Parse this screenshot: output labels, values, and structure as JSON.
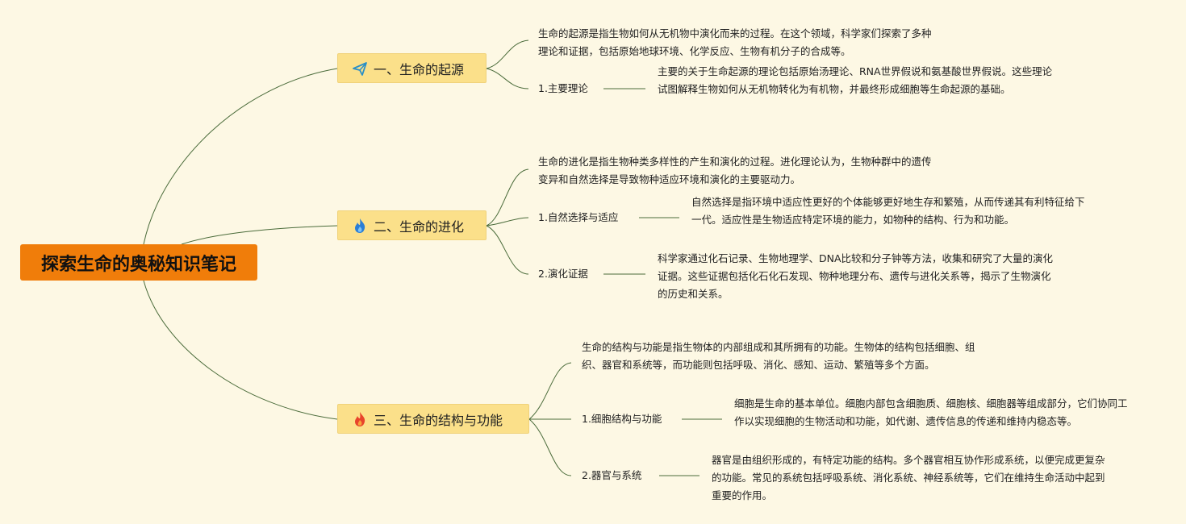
{
  "root": {
    "title": "探索生命的奥秘知识笔记"
  },
  "topics": [
    {
      "label": "一、生命的起源",
      "icon": "paper-plane-icon",
      "summary": "生命的起源是指生物如何从无机物中演化而来的过程。在这个领域，科学家们探索了多种理论和证据，包括原始地球环境、化学反应、生物有机分子的合成等。",
      "children": [
        {
          "label": "1.主要理论",
          "detail": "主要的关于生命起源的理论包括原始汤理论、RNA世界假说和氨基酸世界假说。这些理论试图解释生物如何从无机物转化为有机物，并最终形成细胞等生命起源的基础。"
        }
      ]
    },
    {
      "label": "二、生命的进化",
      "icon": "blue-flame-icon",
      "summary": "生命的进化是指生物种类多样性的产生和演化的过程。进化理论认为，生物种群中的遗传变异和自然选择是导致物种适应环境和演化的主要驱动力。",
      "children": [
        {
          "label": "1.自然选择与适应",
          "detail": "自然选择是指环境中适应性更好的个体能够更好地生存和繁殖，从而传递其有利特征给下一代。适应性是生物适应特定环境的能力，如物种的结构、行为和功能。"
        },
        {
          "label": "2.演化证据",
          "detail": "科学家通过化石记录、生物地理学、DNA比较和分子钟等方法，收集和研究了大量的演化证据。这些证据包括化石化石发现、物种地理分布、遗传与进化关系等，揭示了生物演化的历史和关系。"
        }
      ]
    },
    {
      "label": "三、生命的结构与功能",
      "icon": "red-flame-icon",
      "summary": "生命的结构与功能是指生物体的内部组成和其所拥有的功能。生物体的结构包括细胞、组织、器官和系统等，而功能则包括呼吸、消化、感知、运动、繁殖等多个方面。",
      "children": [
        {
          "label": "1.细胞结构与功能",
          "detail": "细胞是生命的基本单位。细胞内部包含细胞质、细胞核、细胞器等组成部分，它们协同工作以实现细胞的生物活动和功能，如代谢、遗传信息的传递和维持内稳态等。"
        },
        {
          "label": "2.器官与系统",
          "detail": "器官是由组织形成的，有特定功能的结构。多个器官相互协作形成系统，以便完成更复杂的功能。常见的系统包括呼吸系统、消化系统、神经系统等，它们在维持生命活动中起到重要的作用。"
        }
      ]
    }
  ]
}
